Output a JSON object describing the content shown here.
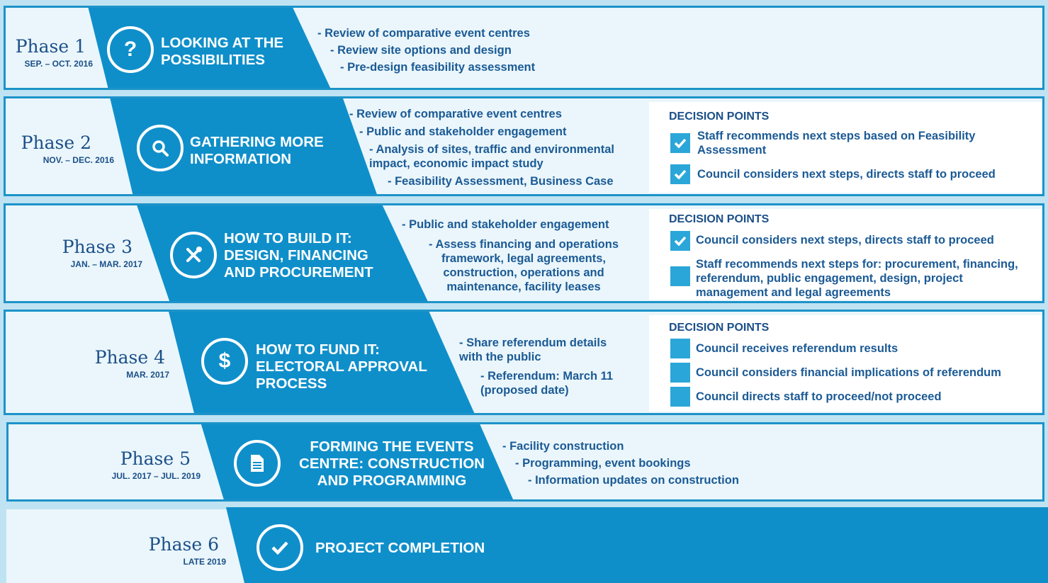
{
  "phases": [
    {
      "title": "Phase 1",
      "date": "SEP. – OCT. 2016",
      "icon": "question-icon",
      "heading": "LOOKING AT THE POSSIBILITIES",
      "activities": [
        "- Review of comparative event centres",
        "- Review site options and design",
        "- Pre-design feasibility assessment"
      ]
    },
    {
      "title": "Phase 2",
      "date": "NOV. – DEC. 2016",
      "icon": "magnifier-icon",
      "heading": "GATHERING MORE INFORMATION",
      "activities": [
        "- Review of comparative event centres",
        "- Public and stakeholder engagement",
        "- Analysis of sites, traffic and environmental impact, economic impact study",
        "- Feasibility Assessment, Business Case"
      ],
      "decision_title": "DECISION POINTS",
      "decisions": [
        {
          "text": "Staff recommends next steps based on Feasibility Assessment",
          "checked": true
        },
        {
          "text": "Council considers next steps, directs staff to proceed",
          "checked": true
        }
      ]
    },
    {
      "title": "Phase 3",
      "date": "JAN. – MAR. 2017",
      "icon": "tools-icon",
      "heading": "HOW TO BUILD IT: DESIGN, FINANCING AND PROCUREMENT",
      "activities": [
        "- Public and stakeholder engagement",
        "- Assess financing and operations framework, legal agreements, construction, operations and maintenance, facility leases"
      ],
      "decision_title": "DECISION POINTS",
      "decisions": [
        {
          "text": "Council considers next steps, directs staff to proceed",
          "checked": true
        },
        {
          "text": "Staff recommends next steps for: procurement, financing, referendum, public engagement, design, project management and legal agreements",
          "checked": false
        }
      ]
    },
    {
      "title": "Phase 4",
      "date": "MAR. 2017",
      "icon": "dollar-icon",
      "heading": "HOW TO FUND IT: ELECTORAL APPROVAL PROCESS",
      "activities": [
        "- Share referendum details with the public",
        "- Referendum: March 11 (proposed date)"
      ],
      "decision_title": "DECISION POINTS",
      "decisions": [
        {
          "text": "Council receives referendum results",
          "checked": false
        },
        {
          "text": "Council considers financial implications of referendum",
          "checked": false
        },
        {
          "text": "Council directs staff to proceed/not proceed",
          "checked": false
        }
      ]
    },
    {
      "title": "Phase 5",
      "date": "JUL. 2017 – JUL. 2019",
      "icon": "document-icon",
      "heading": "FORMING THE EVENTS CENTRE: CONSTRUCTION AND PROGRAMMING",
      "activities": [
        "- Facility construction",
        "- Programming, event bookings",
        "- Information updates on construction"
      ]
    },
    {
      "title": "Phase 6",
      "date": "LATE 2019",
      "icon": "check-circle-icon",
      "heading": "PROJECT COMPLETION"
    }
  ],
  "colors": {
    "band": "#0f8fca",
    "border": "#1c93c9",
    "panel_bg": "#eaf6fb",
    "page_bg": "#bfe3f2",
    "text_dark": "#1b4f88",
    "checkbox": "#2aa6d9"
  }
}
